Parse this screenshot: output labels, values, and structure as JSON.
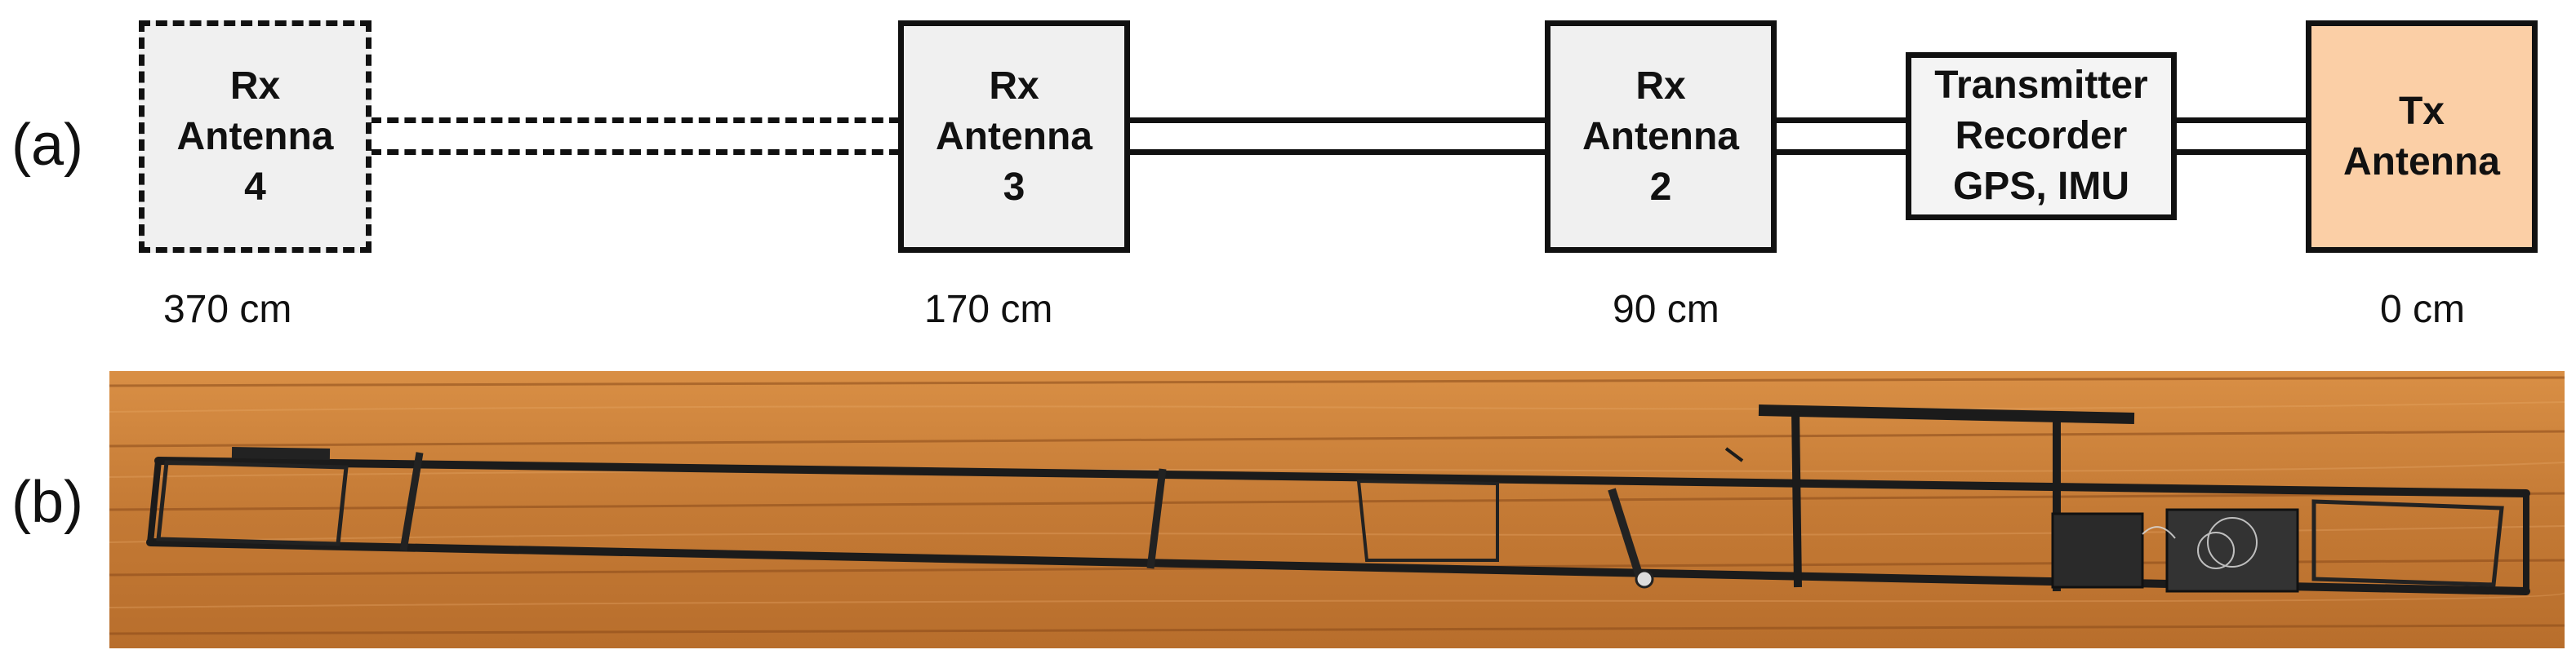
{
  "panel_labels": {
    "a": "(a)",
    "b": "(b)"
  },
  "boxes": {
    "rx4": {
      "line1": "Rx",
      "line2": "Antenna",
      "line3": "4"
    },
    "rx3": {
      "line1": "Rx",
      "line2": "Antenna",
      "line3": "3"
    },
    "rx2": {
      "line1": "Rx",
      "line2": "Antenna",
      "line3": "2"
    },
    "transmitter": {
      "line1": "Transmitter",
      "line2": "Recorder",
      "line3": "GPS, IMU"
    },
    "tx": {
      "line1": "Tx",
      "line2": "Antenna"
    }
  },
  "distances": {
    "rx4": "370 cm",
    "rx3": "170 cm",
    "rx2": "90 cm",
    "tx": "0 cm"
  },
  "colors": {
    "tx_fill": "#fbcfa6",
    "box_fill": "#f0f0f0",
    "floor_wood": "#c47a35"
  }
}
